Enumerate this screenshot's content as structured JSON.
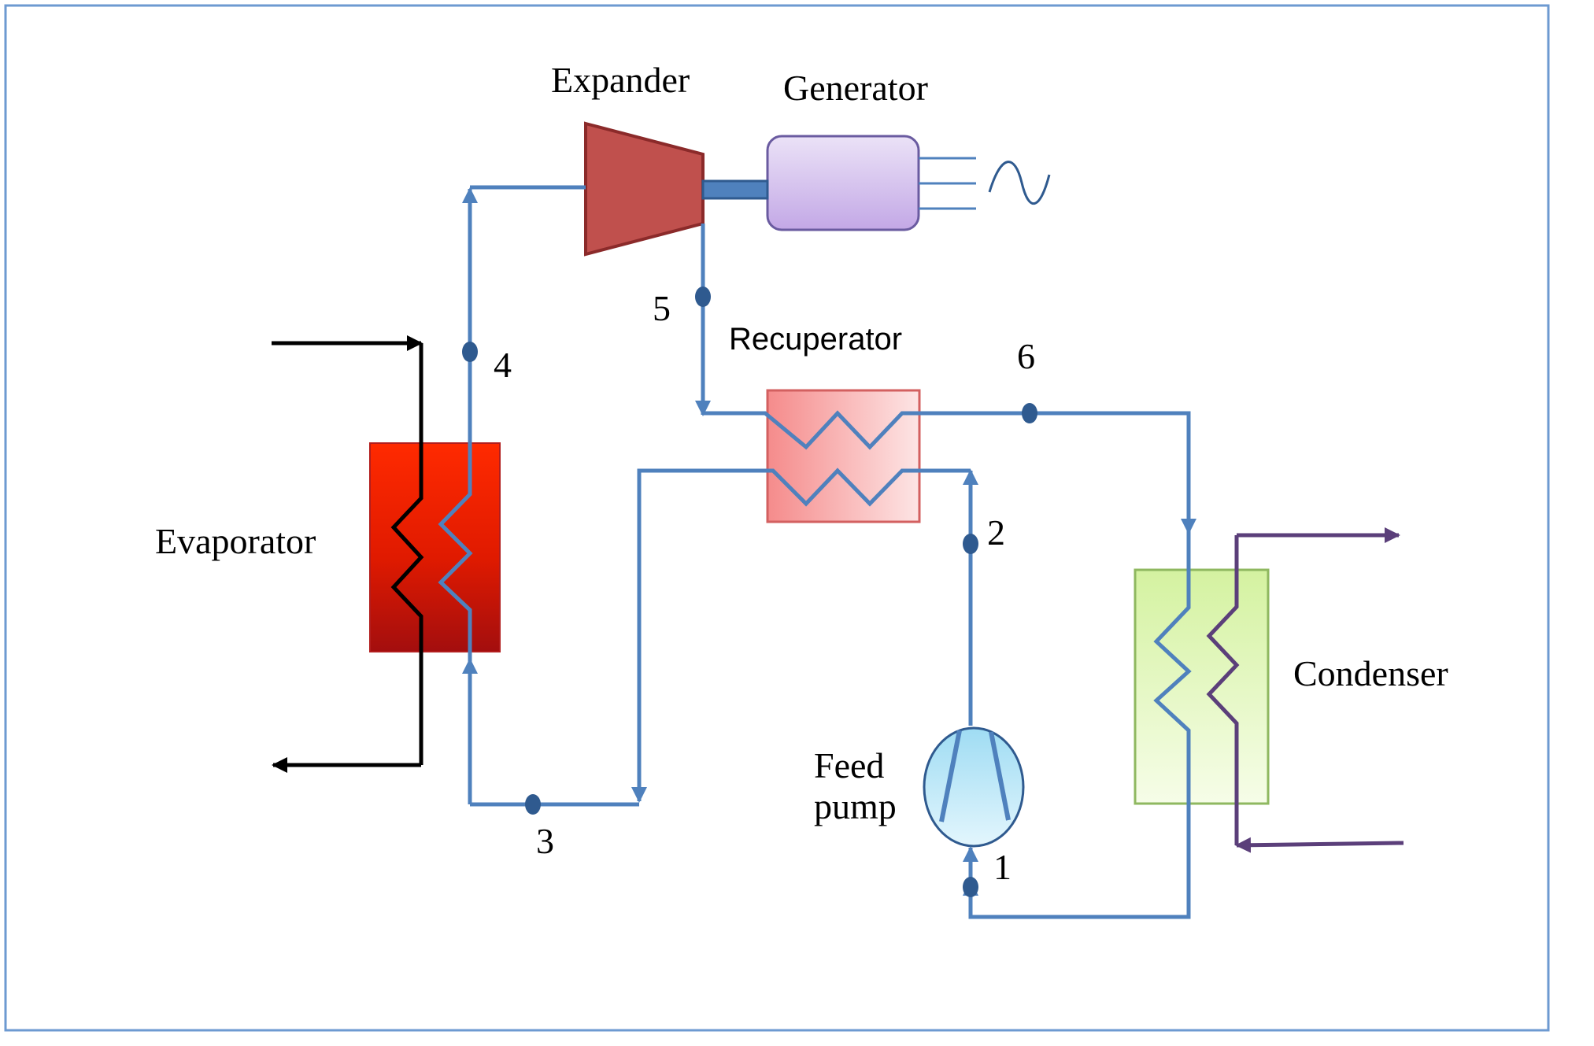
{
  "components": {
    "expander": "Expander",
    "generator": "Generator",
    "recuperator": "Recuperator",
    "evaporator": "Evaporator",
    "condenser": "Condenser",
    "feed_pump_line1": "Feed",
    "feed_pump_line2": "pump"
  },
  "state_points": [
    "1",
    "2",
    "3",
    "4",
    "5",
    "6"
  ],
  "generator_output_symbol": "∿",
  "colors": {
    "working_fluid": "#4f81bd",
    "hot_source": "#000000",
    "coolant": "#5b3f7a",
    "frame": "#6d9ad1"
  }
}
